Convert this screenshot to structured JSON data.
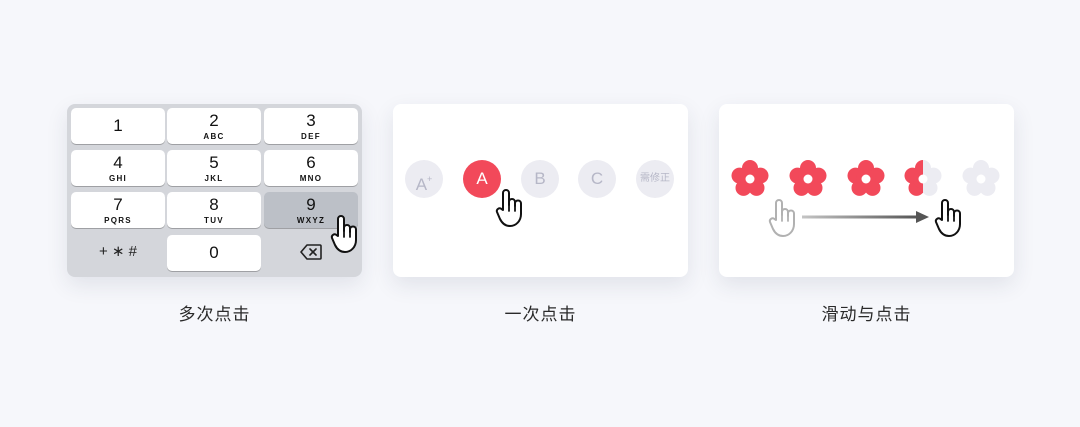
{
  "panels": {
    "keypad": {
      "caption": "多次点击",
      "keys": [
        {
          "num": "1",
          "letters": ""
        },
        {
          "num": "2",
          "letters": "ABC"
        },
        {
          "num": "3",
          "letters": "DEF"
        },
        {
          "num": "4",
          "letters": "GHI"
        },
        {
          "num": "5",
          "letters": "JKL"
        },
        {
          "num": "6",
          "letters": "MNO"
        },
        {
          "num": "7",
          "letters": "PQRS"
        },
        {
          "num": "8",
          "letters": "TUV"
        },
        {
          "num": "9",
          "letters": "WXYZ"
        },
        {
          "num": "0",
          "letters": ""
        }
      ],
      "symbols_label": "+ ∗ #",
      "pressed_key": "9"
    },
    "one_tap": {
      "caption": "一次点击",
      "options": [
        "A",
        "A",
        "B",
        "C",
        "需修正"
      ],
      "plus_marker": "+",
      "selected_index": 1
    },
    "slide_tap": {
      "caption": "滑动与点击",
      "flower_count": 5,
      "active_count": 3.5
    }
  },
  "colors": {
    "accent": "#f2495a",
    "inactive": "#ececf2",
    "inactive_text": "#b6b7c7",
    "background": "#f6f7fb",
    "keypad_bg": "#d4d6db"
  },
  "icons": [
    "hand-pointer-icon",
    "backspace-icon",
    "flower-icon",
    "arrow-right-icon"
  ]
}
